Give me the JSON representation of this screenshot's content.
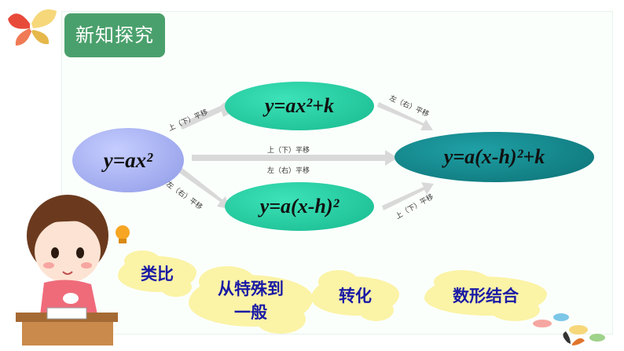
{
  "section_title": "新知探究",
  "nodes": {
    "base": "y=ax²",
    "vertical": "y=ax²+k",
    "horizontal": "y=a(x-h)²",
    "result": "y=a(x-h)²+k"
  },
  "shift_labels": {
    "up_down": "上（下）平移",
    "left_right": "左（右）平移"
  },
  "methods": [
    "类比",
    "从特殊到一般",
    "转化",
    "数形结合"
  ],
  "colors": {
    "badge": "#4aa06c",
    "base_node": "#9aa4ef",
    "middle_nodes": "#1fc79c",
    "result_node": "#0f7f84",
    "method_text": "#1a1aa5",
    "cloud": "#fbf3a6",
    "arrow": "#d8d8d8"
  }
}
